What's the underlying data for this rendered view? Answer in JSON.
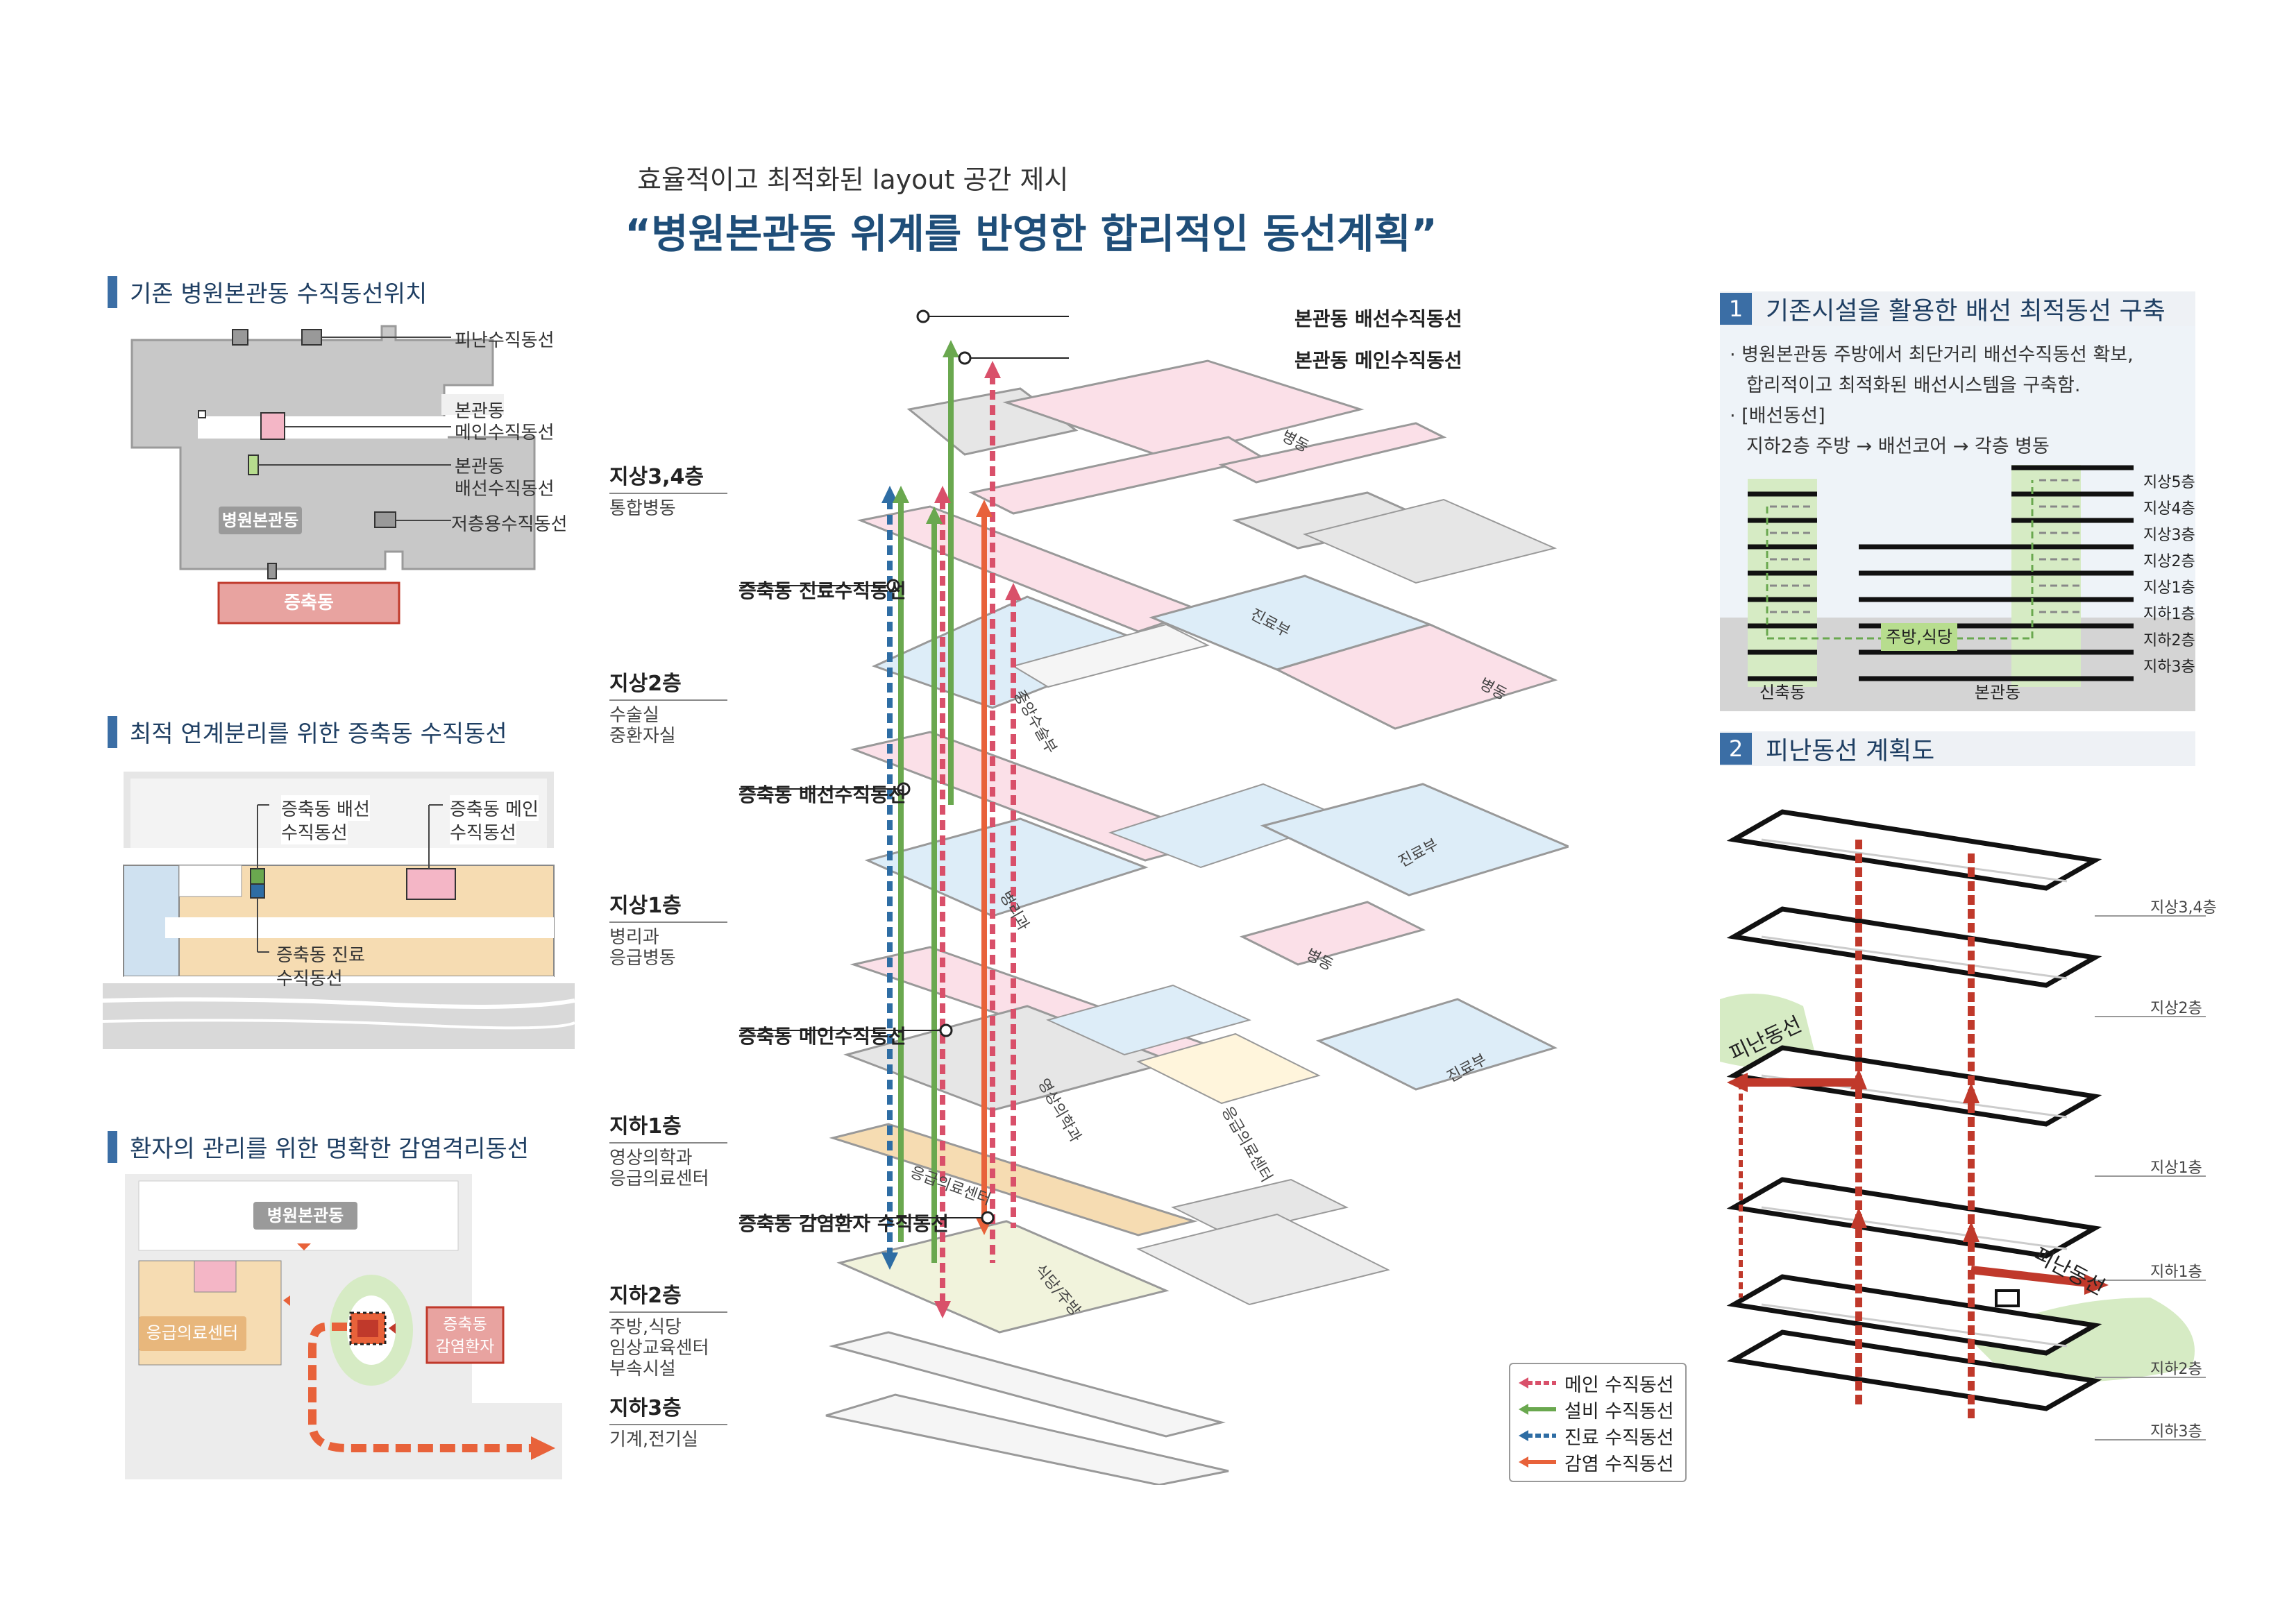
{
  "header": {
    "subtitle": "효율적이고 최적화된 layout 공간 제시",
    "title": "“병원본관동 위계를 반영한 합리적인 동선계획”"
  },
  "left": {
    "sec1": {
      "title": "기존 병원본관동 수직동선위치",
      "labels": {
        "evac": "피난수직동선",
        "main_a": "본관동",
        "main_b": "메인수직동선",
        "dist_a": "본관동",
        "dist_b": "배선수직동선",
        "low": "저층용수직동선",
        "building": "병원본관동",
        "annex": "증축동"
      }
    },
    "sec2": {
      "title": "최적 연계분리를 위한 증축동 수직동선",
      "labels": {
        "dist_a": "증축동 배선",
        "dist_b": "수직동선",
        "main_a": "증축동 메인",
        "main_b": "수직동선",
        "care_a": "증축동 진료",
        "care_b": "수직동선"
      }
    },
    "sec3": {
      "title": "환자의 관리를 위한 명확한 감염격리동선",
      "labels": {
        "building": "병원본관동",
        "er": "응급의료센터",
        "annex_a": "증축동",
        "annex_b": "감염환자"
      }
    }
  },
  "center": {
    "floors": [
      {
        "name": "지상3,4층",
        "desc": [
          "통합병동"
        ]
      },
      {
        "name": "지상2층",
        "desc": [
          "수술실",
          "중환자실"
        ]
      },
      {
        "name": "지상1층",
        "desc": [
          "병리과",
          "응급병동"
        ]
      },
      {
        "name": "지하1층",
        "desc": [
          "영상의학과",
          "응급의료센터"
        ]
      },
      {
        "name": "지하2층",
        "desc": [
          "주방,식당",
          "임상교육센터",
          "부속시설"
        ]
      },
      {
        "name": "지하3층",
        "desc": [
          "기계,전기실"
        ]
      }
    ],
    "callouts": {
      "main_dist": "본관동 배선수직동선",
      "main_main": "본관동 메인수직동선",
      "annex_care": "증축동 진료수직동선",
      "annex_dist": "증축동 배선수직동선",
      "annex_main": "증축동 메인수직동선",
      "annex_infect": "증축동 감염환자 수직동선"
    },
    "plan_labels": {
      "ward_a": "병동",
      "clinic_a": "진료부",
      "ward_b": "병동",
      "surgery": "중앙수술부",
      "pathology": "병리과",
      "clinic_b": "진료부",
      "ward_c": "병동",
      "imaging": "영상의학과",
      "er_a": "응급의료센터",
      "clinic_c": "진료부",
      "er_b": "응급의료센터",
      "kitchen": "식당/주방"
    },
    "legend": [
      {
        "label": "메인 수직동선",
        "color": "#d9506a"
      },
      {
        "label": "설비 수직동선",
        "color": "#6aa84f"
      },
      {
        "label": "진료 수직동선",
        "color": "#2e6da4"
      },
      {
        "label": "감염 수직동선",
        "color": "#e8623a"
      }
    ]
  },
  "right": {
    "sec1": {
      "num": "1",
      "title": "기존시설을 활용한 배선 최적동선 구축",
      "bullets": [
        "병원본관동 주방에서 최단거리 배선수직동선 확보,",
        "합리적이고 최적화된 배선시스템을 구축함.",
        "[배선동선]",
        "지하2층 주방 → 배선코어 → 각층 병동"
      ],
      "section_floors": [
        "지상5층",
        "지상4층",
        "지상3층",
        "지상2층",
        "지상1층",
        "지하1층",
        "지하2층",
        "지하3층"
      ],
      "kitchen": "주방,식당",
      "new_bldg": "신축동",
      "main_bldg": "본관동"
    },
    "sec2": {
      "num": "2",
      "title": "피난동선 계획도",
      "floors": [
        "지상3,4층",
        "지상2층",
        "지상1층",
        "지하1층",
        "지하2층",
        "지하3층"
      ],
      "evac_a": "피난동선",
      "evac_b": "피난동선"
    }
  }
}
